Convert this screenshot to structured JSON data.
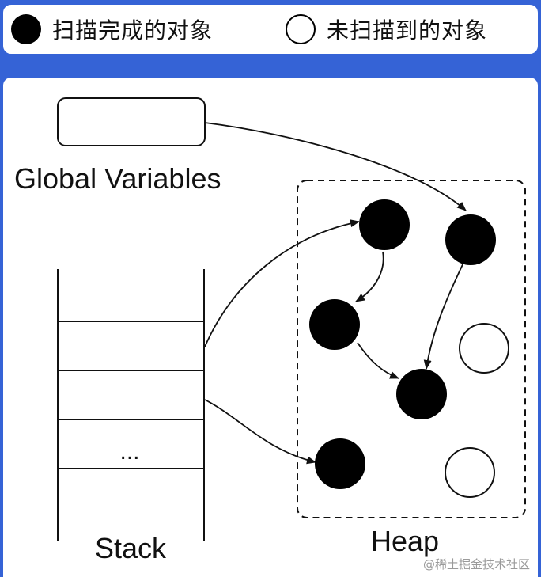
{
  "legend": {
    "scanned": {
      "label": "扫描完成的对象",
      "icon": "filled-circle-icon",
      "color": "#000000"
    },
    "unscanned": {
      "label": "未扫描到的对象",
      "icon": "hollow-circle-icon",
      "color": "#ffffff"
    }
  },
  "diagram": {
    "global_label": "Global Variables",
    "stack_label": "Stack",
    "stack_ellipsis": "...",
    "heap_label": "Heap",
    "frame_color": "#3563d6"
  },
  "watermark": "@稀土掘金技术社区"
}
